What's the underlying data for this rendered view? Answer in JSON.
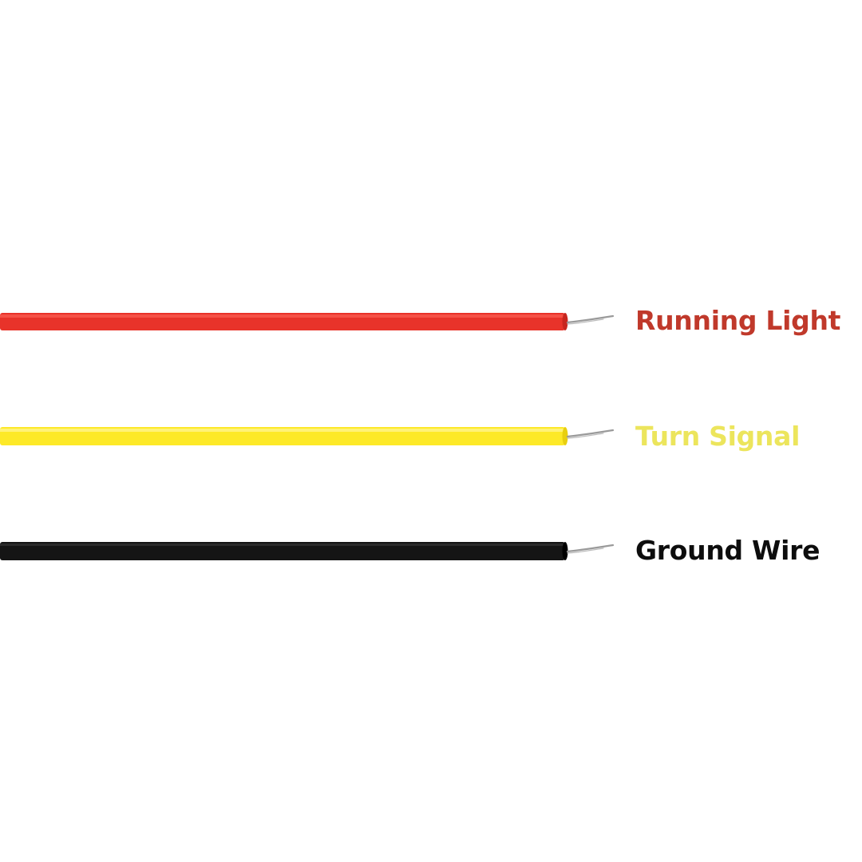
{
  "wires": [
    {
      "label": "Running Light",
      "insulation_color": "#e8332a",
      "label_color": "#c0392b"
    },
    {
      "label": "Turn Signal",
      "insulation_color": "#fde928",
      "label_color": "#ece55c"
    },
    {
      "label": "Ground Wire",
      "insulation_color": "#151515",
      "label_color": "#0d0d0d"
    }
  ],
  "conductor_color": "#9a9a9a"
}
